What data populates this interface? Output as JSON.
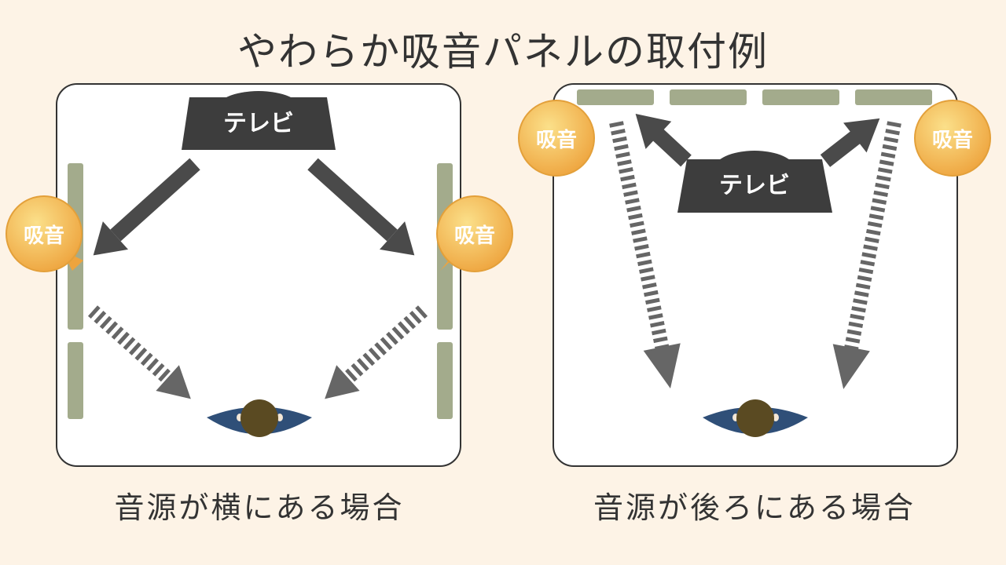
{
  "title": "やわらか吸音パネルの取付例",
  "left_panel": {
    "caption": "音源が横にある場合",
    "tv_label": "テレビ",
    "badge_left": "吸音",
    "badge_right": "吸音"
  },
  "right_panel": {
    "caption": "音源が後ろにある場合",
    "tv_label": "テレビ",
    "badge_left": "吸音",
    "badge_right": "吸音"
  },
  "colors": {
    "background": "#fdf3e6",
    "room_fill": "#ffffff",
    "panel": "#a3ab8c",
    "tv": "#3d3d3d",
    "arrow": "#4a4a4a",
    "reflection": "#666666",
    "badge": "#f1b64c",
    "person_body": "#2f4f78",
    "person_head": "#5a4a22"
  }
}
